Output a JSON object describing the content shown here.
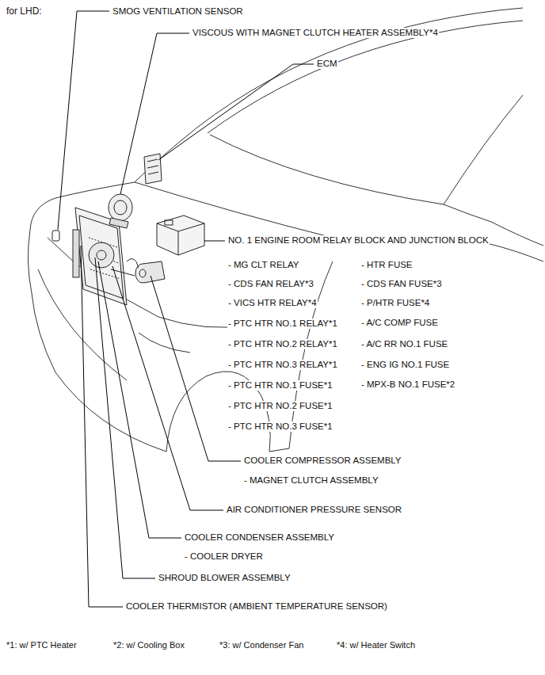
{
  "diagram": {
    "title": "for LHD:",
    "labels": [
      "SMOG VENTILATION SENSOR",
      "VISCOUS WITH MAGNET CLUTCH HEATER ASSEMBLY*4",
      "ECM",
      "NO. 1 ENGINE ROOM RELAY BLOCK AND JUNCTION BLOCK",
      "- MG CLT RELAY",
      "- CDS FAN RELAY*3",
      "- VICS HTR RELAY*4",
      "- PTC HTR NO.1 RELAY*1",
      "- PTC HTR NO.2 RELAY*1",
      "- PTC HTR NO.3 RELAY*1",
      "- PTC HTR NO.1 FUSE*1",
      "- PTC HTR NO.2 FUSE*1",
      "- PTC HTR NO.3 FUSE*1",
      "- HTR FUSE",
      "- CDS FAN FUSE*3",
      "- P/HTR FUSE*4",
      "- A/C COMP FUSE",
      "- A/C RR NO.1 FUSE",
      "- ENG IG NO.1 FUSE",
      "- MPX-B NO.1 FUSE*2",
      "COOLER COMPRESSOR ASSEMBLY",
      "- MAGNET CLUTCH ASSEMBLY",
      "AIR CONDITIONER PRESSURE SENSOR",
      "COOLER CONDENSER ASSEMBLY",
      "- COOLER DRYER",
      "SHROUD BLOWER ASSEMBLY",
      "COOLER THERMISTOR (AMBIENT TEMPERATURE SENSOR)",
      "*1: w/ PTC Heater",
      "*2: w/ Cooling Box",
      "*3: w/ Condenser Fan",
      "*4: w/ Heater Switch"
    ]
  }
}
